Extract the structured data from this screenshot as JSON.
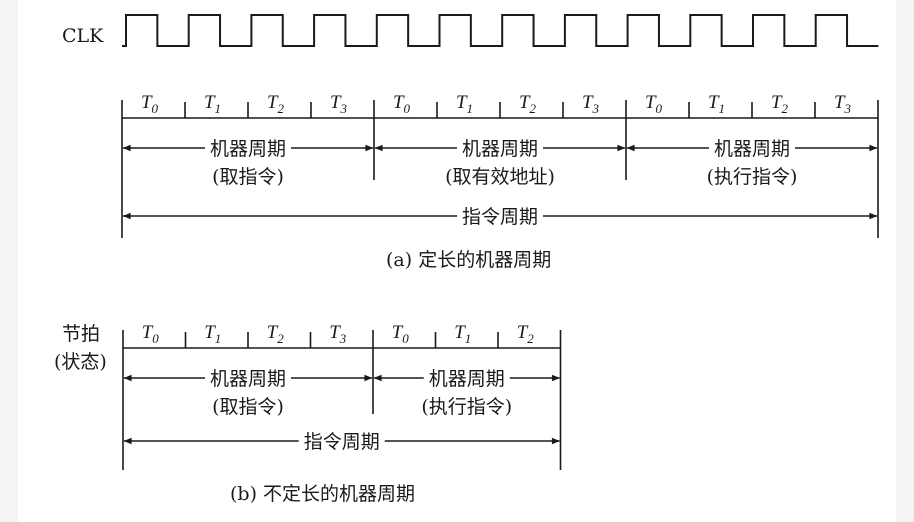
{
  "clk_label": "CLK",
  "state_label_line1": "节拍",
  "state_label_line2": "(状态)",
  "beat_symbol": "T",
  "diagram_a": {
    "beats": [
      "0",
      "1",
      "2",
      "3",
      "0",
      "1",
      "2",
      "3",
      "0",
      "1",
      "2",
      "3"
    ],
    "machine_cycles": [
      {
        "title": "机器周期",
        "subtitle": "(取指令)"
      },
      {
        "title": "机器周期",
        "subtitle": "(取有效地址)"
      },
      {
        "title": "机器周期",
        "subtitle": "(执行指令)"
      }
    ],
    "instruction_cycle": "指令周期",
    "caption": "(a) 定长的机器周期"
  },
  "diagram_b": {
    "beats": [
      "0",
      "1",
      "2",
      "3",
      "0",
      "1",
      "2"
    ],
    "machine_cycles": [
      {
        "title": "机器周期",
        "subtitle": "(取指令)"
      },
      {
        "title": "机器周期",
        "subtitle": "(执行指令)"
      }
    ],
    "instruction_cycle": "指令周期",
    "caption": "(b) 不定长的机器周期"
  },
  "colors": {
    "ink": "#1a1a1a",
    "background": "#ffffff"
  }
}
